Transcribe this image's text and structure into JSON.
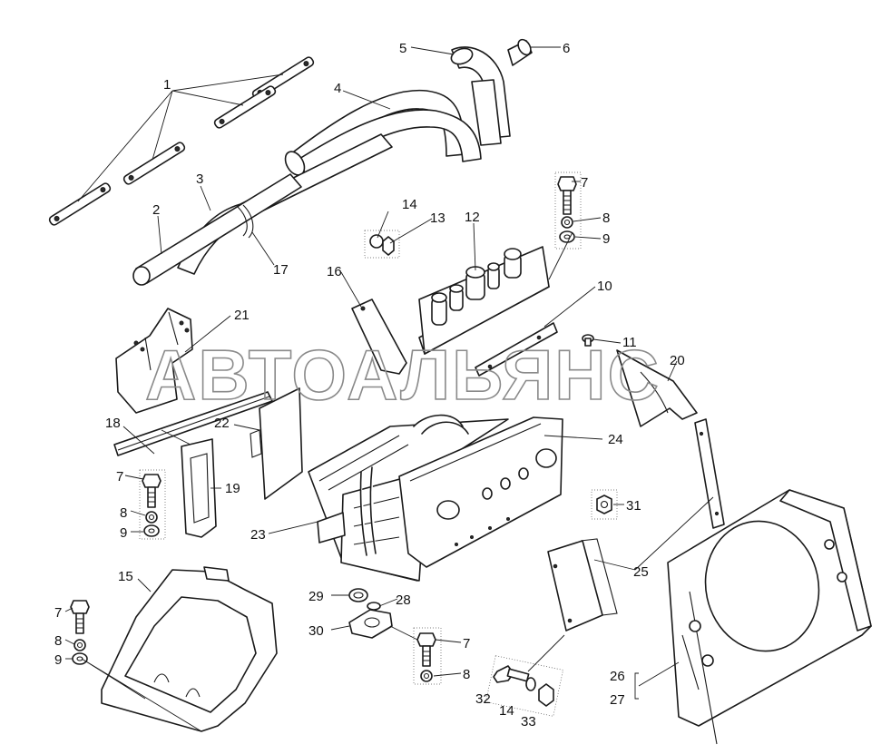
{
  "watermark": "АВТОАЛЬЯНС",
  "callouts": {
    "c1": "1",
    "c2": "2",
    "c3": "3",
    "c4": "4",
    "c5": "5",
    "c6": "6",
    "c7a": "7",
    "c8a": "8",
    "c9a": "9",
    "c10": "10",
    "c11": "11",
    "c12": "12",
    "c13": "13",
    "c14a": "14",
    "c15": "15",
    "c16": "16",
    "c17": "17",
    "c18": "18",
    "c19": "19",
    "c20": "20",
    "c21": "21",
    "c22": "22",
    "c23": "23",
    "c24": "24",
    "c25": "25",
    "c26": "26",
    "c27": "27",
    "c28": "28",
    "c29": "29",
    "c30": "30",
    "c31": "31",
    "c32": "32",
    "c14b": "14",
    "c33": "33",
    "c7b": "7",
    "c8b": "8",
    "c9b": "9",
    "c7c": "7",
    "c8c": "8",
    "c9c": "9",
    "c7d": "7",
    "c8d": "8"
  },
  "colors": {
    "line": "#1a1a1a",
    "watermark": "#8a8a8a",
    "background": "#ffffff"
  }
}
